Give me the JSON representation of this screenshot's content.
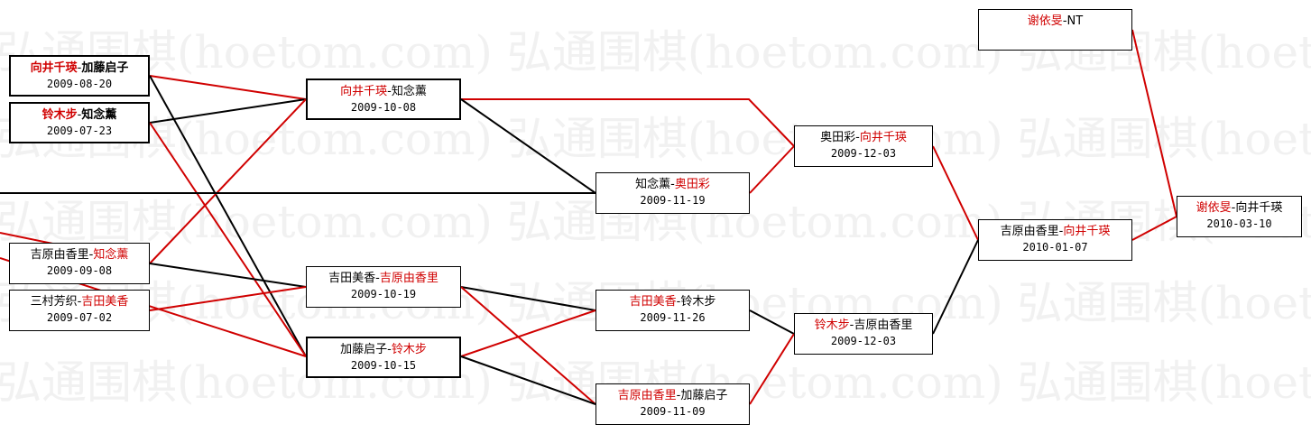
{
  "watermark": {
    "text": "弘通围棋(hoetom.com)",
    "rows": 5
  },
  "colors": {
    "winner": "#d00000",
    "loser_line": "#000000",
    "winner_line": "#d00000"
  },
  "matches": [
    {
      "id": "m1",
      "p1": "向井千瑛",
      "p2": "加藤启子",
      "winner": 1,
      "date": "2009-08-20"
    },
    {
      "id": "m2",
      "p1": "铃木步",
      "p2": "知念薰",
      "winner": 1,
      "date": "2009-07-23"
    },
    {
      "id": "m3",
      "p1": "吉原由香里",
      "p2": "知念薰",
      "winner": 2,
      "date": "2009-09-08"
    },
    {
      "id": "m4",
      "p1": "三村芳织",
      "p2": "吉田美香",
      "winner": 2,
      "date": "2009-07-02"
    },
    {
      "id": "m5",
      "p1": "向井千瑛",
      "p2": "知念薰",
      "winner": 1,
      "date": "2009-10-08"
    },
    {
      "id": "m6",
      "p1": "吉田美香",
      "p2": "吉原由香里",
      "winner": 2,
      "date": "2009-10-19"
    },
    {
      "id": "m7",
      "p1": "加藤启子",
      "p2": "铃木步",
      "winner": 2,
      "date": "2009-10-15"
    },
    {
      "id": "m8",
      "p1": "知念薰",
      "p2": "奥田彩",
      "winner": 2,
      "date": "2009-11-19"
    },
    {
      "id": "m9",
      "p1": "吉田美香",
      "p2": "铃木步",
      "winner": 1,
      "date": "2009-11-26"
    },
    {
      "id": "m10",
      "p1": "吉原由香里",
      "p2": "加藤启子",
      "winner": 1,
      "date": "2009-11-09"
    },
    {
      "id": "m11",
      "p1": "奥田彩",
      "p2": "向井千瑛",
      "winner": 2,
      "date": "2009-12-03"
    },
    {
      "id": "m12",
      "p1": "铃木步",
      "p2": "吉原由香里",
      "winner": 1,
      "date": "2009-12-03"
    },
    {
      "id": "m13",
      "p1": "吉原由香里",
      "p2": "向井千瑛",
      "winner": 2,
      "date": "2010-01-07"
    },
    {
      "id": "m14",
      "p1": "谢依旻",
      "p2": "NT",
      "winner": 1,
      "date": ""
    },
    {
      "id": "m15",
      "p1": "谢依旻",
      "p2": "向井千瑛",
      "winner": 1,
      "date": "2010-03-10"
    }
  ]
}
